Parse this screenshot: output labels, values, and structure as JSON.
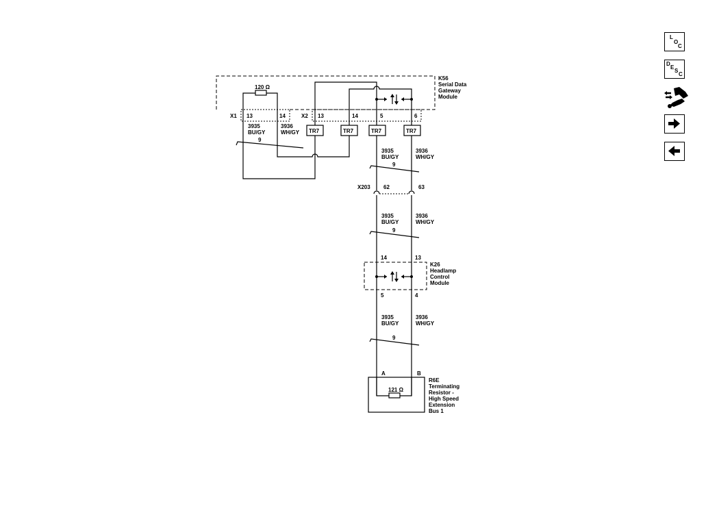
{
  "nav": {
    "loc": [
      "L",
      "O",
      "C"
    ],
    "desc": [
      "D",
      "E",
      "S",
      "C"
    ],
    "icons": [
      "connector-end-view-icon",
      "next-page-arrow-icon",
      "previous-page-arrow-icon"
    ]
  },
  "k56": {
    "ref": "K56",
    "name": [
      "Serial Data",
      "Gateway",
      "Module"
    ],
    "resistor": "120 Ω",
    "x1": "X1",
    "x2": "X2",
    "x1_pins": [
      "13",
      "14"
    ],
    "x2_pins": [
      "13",
      "14",
      "5",
      "6"
    ],
    "tr": [
      "TR7",
      "TR7",
      "TR7",
      "TR7"
    ]
  },
  "wires": {
    "w_bu": [
      "3935",
      "BU/GY"
    ],
    "w_wh": [
      "3936",
      "WH/GY"
    ],
    "twist": "9"
  },
  "x203": {
    "ref": "X203",
    "pins": [
      "62",
      "63"
    ]
  },
  "k26": {
    "ref": "K26",
    "name": [
      "Headlamp",
      "Control",
      "Module"
    ],
    "pins_top": [
      "14",
      "13"
    ],
    "pins_bottom": [
      "5",
      "4"
    ]
  },
  "r6e": {
    "ref": "R6E",
    "name": [
      "Terminating",
      "Resistor -",
      "High Speed",
      "Extension",
      "Bus 1"
    ],
    "resistor": "121 Ω",
    "pins": [
      "A",
      "B"
    ]
  }
}
